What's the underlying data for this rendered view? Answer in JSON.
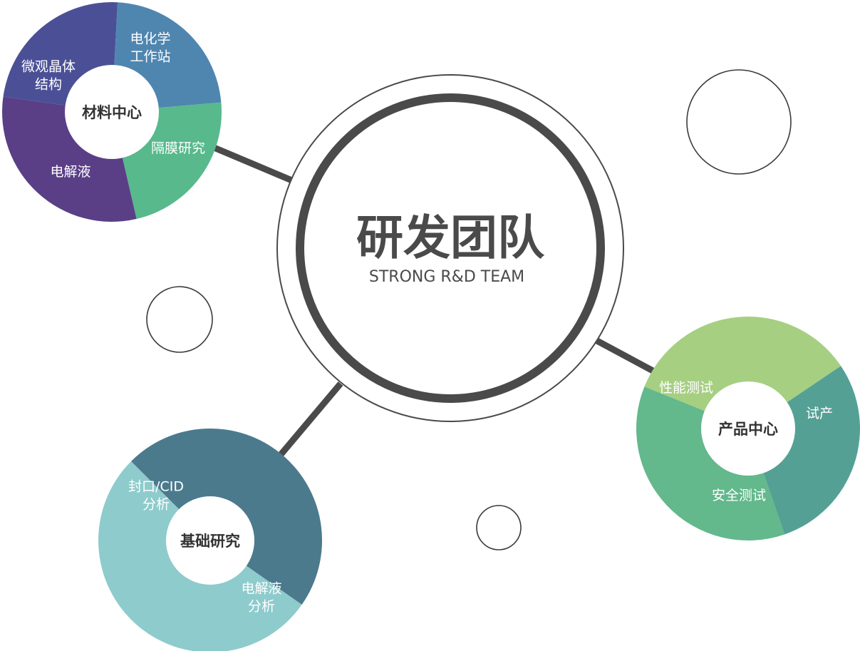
{
  "center": {
    "title": "研发团队",
    "subtitle": "STRONG R&D TEAM"
  },
  "colors": {
    "ring": "#4a4a4a",
    "connector": "#4a4a4a",
    "outline": "#3a3a3a",
    "hub_text": "#333333",
    "segment_text": "#ffffff"
  },
  "groups": {
    "materials": {
      "hub": "材料中心",
      "segments": [
        {
          "lines": [
            "电化学",
            "工作站"
          ],
          "color": "#4b5096"
        },
        {
          "lines": [
            "隔膜研究"
          ],
          "color": "#4f86b0"
        },
        {
          "lines": [
            "电解液"
          ],
          "color": "#57b98c"
        },
        {
          "lines": [
            "微观晶体",
            "结构"
          ],
          "color": "#5a3f86"
        }
      ]
    },
    "product": {
      "hub": "产品中心",
      "segments": [
        {
          "lines": [
            "试产"
          ],
          "color": "#a6cf82"
        },
        {
          "lines": [
            "安全测试"
          ],
          "color": "#55a095"
        },
        {
          "lines": [
            "性能测试"
          ],
          "color": "#63b88c"
        }
      ]
    },
    "basic": {
      "hub": "基础研究",
      "segments": [
        {
          "lines": [
            "电解液",
            "分析"
          ],
          "color": "#4c7a8d"
        },
        {
          "lines": [
            "封口/CID",
            "分析"
          ],
          "color": "#8ecbcc"
        }
      ]
    }
  }
}
